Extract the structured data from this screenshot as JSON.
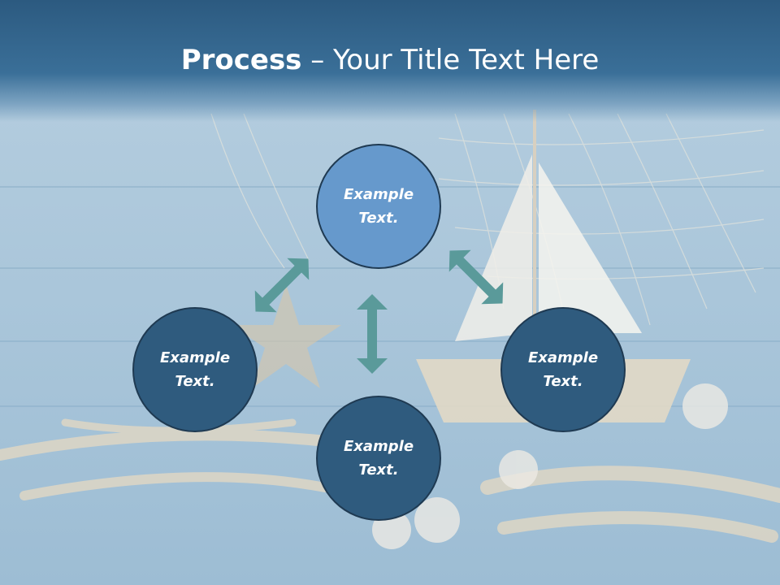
{
  "title": {
    "bold": "Process",
    "rest": " – Your Title Text Here"
  },
  "nodes": [
    {
      "label": "Example Text.",
      "color": "#6699cc"
    },
    {
      "label": "Example Text.",
      "color": "#2f5b7e"
    },
    {
      "label": "Example Text.",
      "color": "#2f5b7e"
    },
    {
      "label": "Example Text.",
      "color": "#2f5b7e"
    }
  ],
  "colors": {
    "arrow": "#5a9a9a",
    "title_bar": "#2c5a80",
    "background": "#a9c6db"
  }
}
